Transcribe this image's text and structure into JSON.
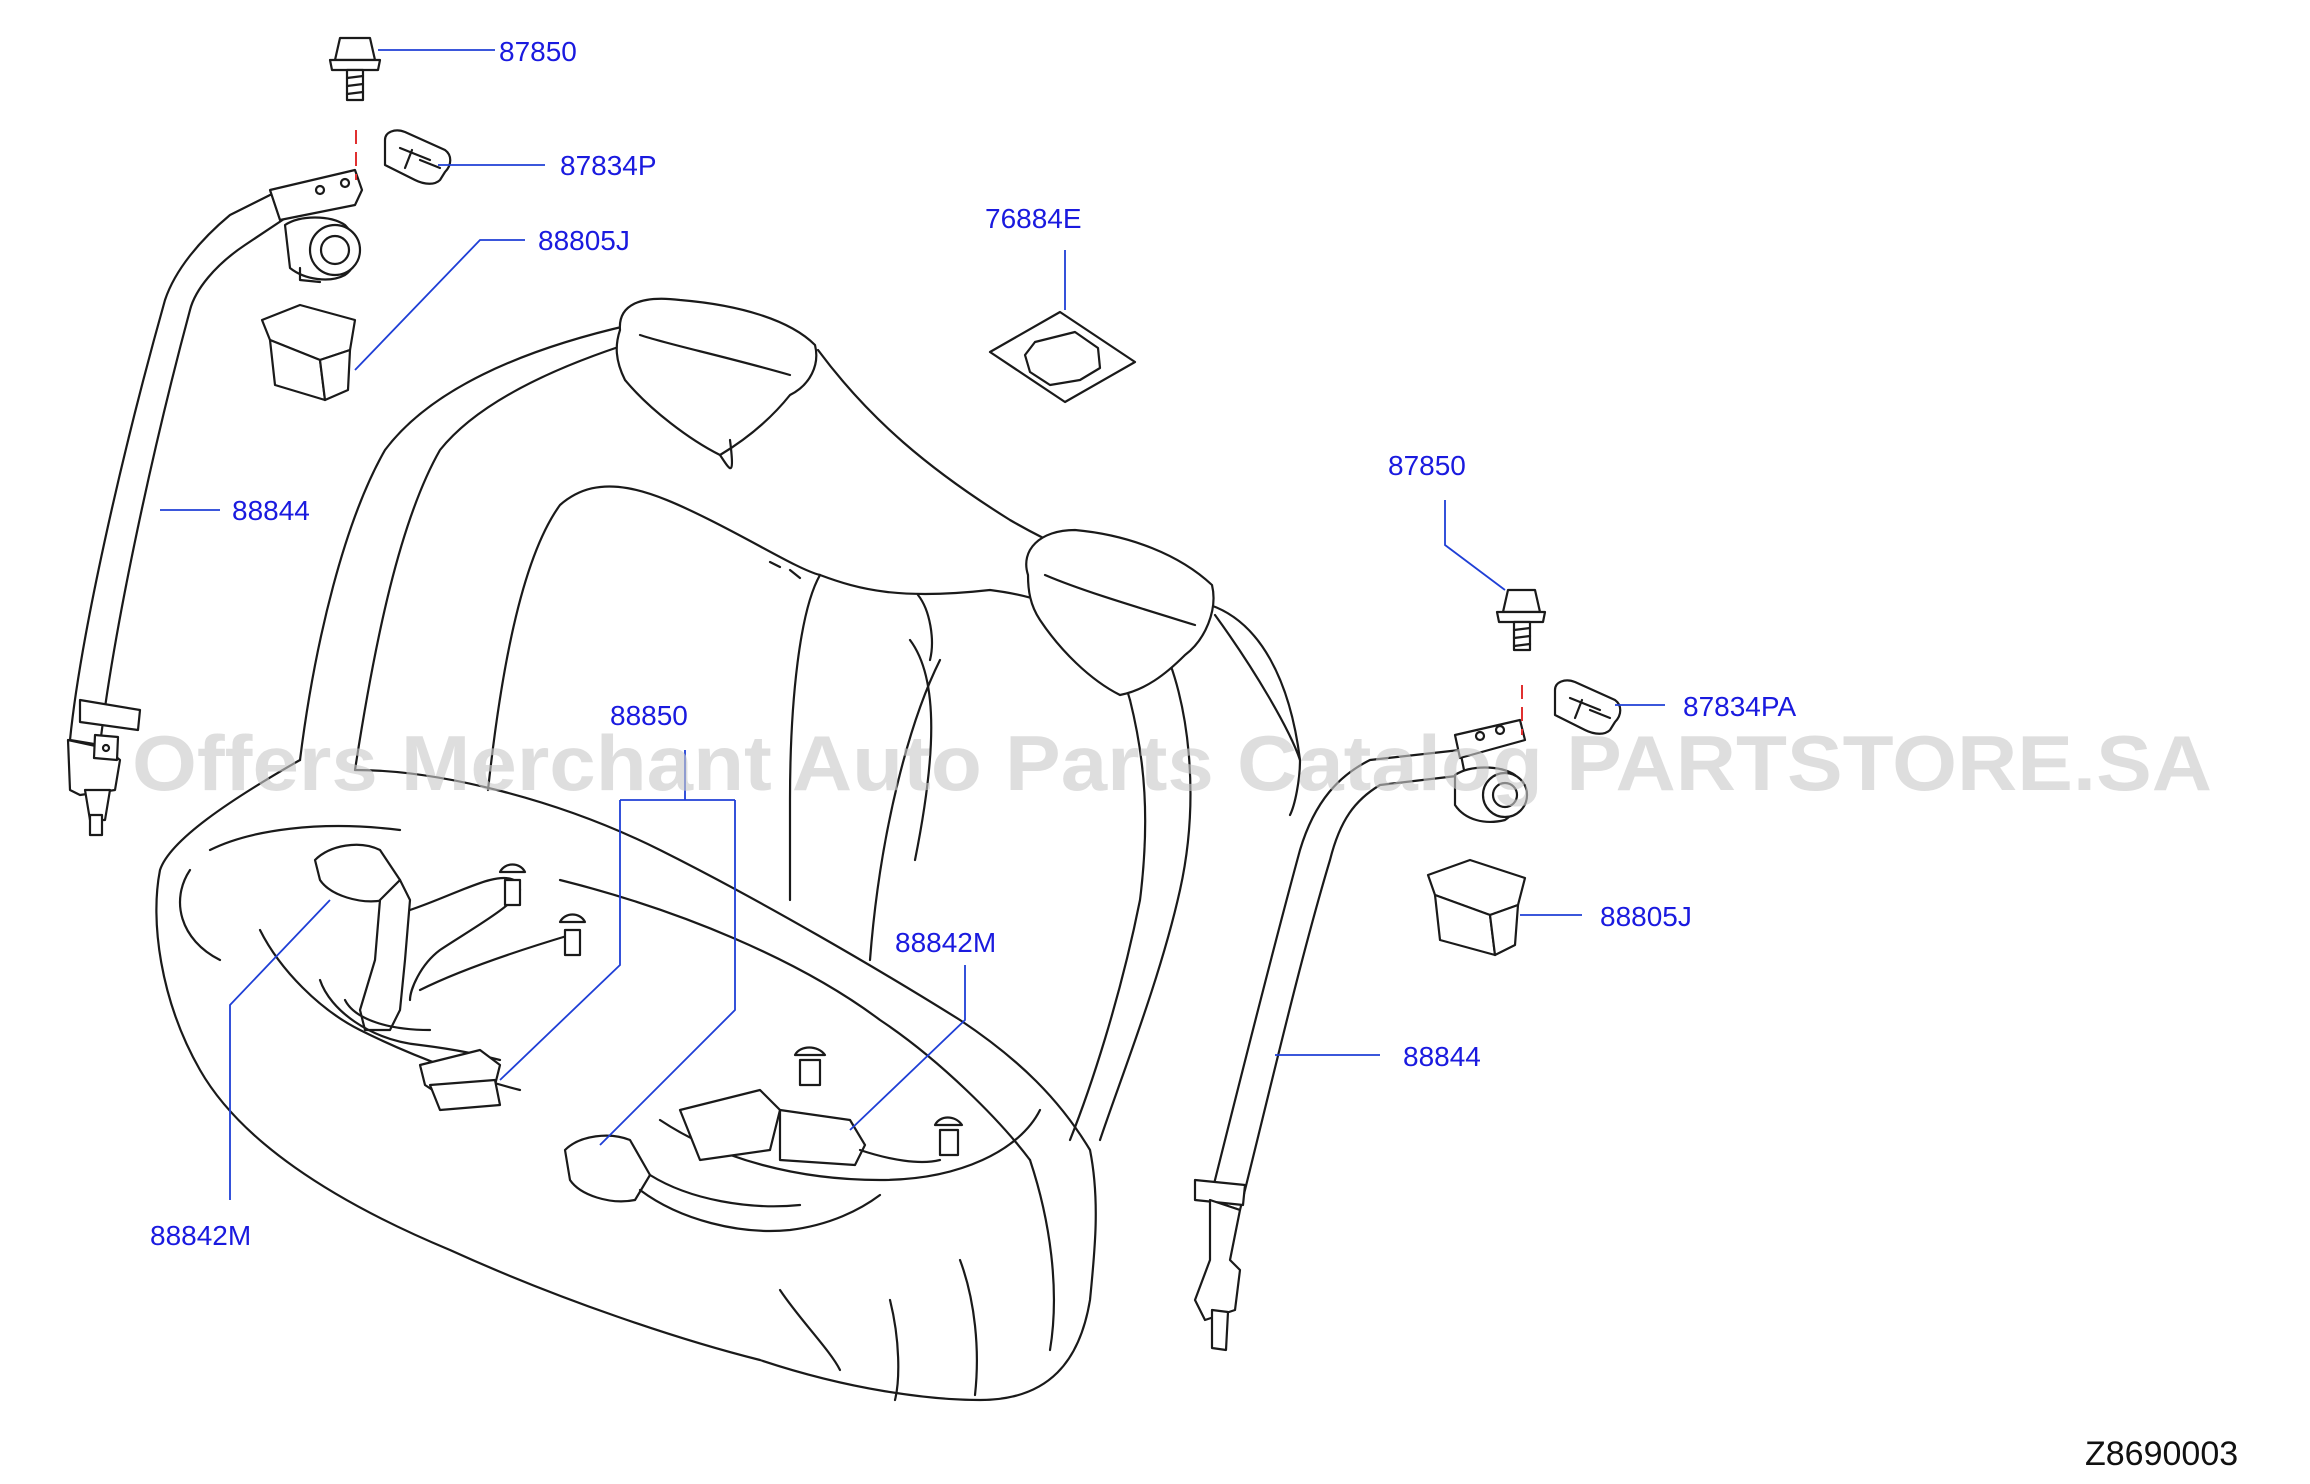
{
  "diagram": {
    "callouts": [
      {
        "id": "bolt-left",
        "part_no": "87850"
      },
      {
        "id": "cover-left",
        "part_no": "87834P"
      },
      {
        "id": "escutcheon-left",
        "part_no": "88805J"
      },
      {
        "id": "belt-left",
        "part_no": "88844"
      },
      {
        "id": "insulator-pad",
        "part_no": "76884E"
      },
      {
        "id": "bolt-right",
        "part_no": "87850"
      },
      {
        "id": "cover-right",
        "part_no": "87834PA"
      },
      {
        "id": "escutcheon-right",
        "part_no": "88805J"
      },
      {
        "id": "belt-right",
        "part_no": "88844"
      },
      {
        "id": "buckle-set",
        "part_no": "88850"
      },
      {
        "id": "buckle-center",
        "part_no": "88842M"
      },
      {
        "id": "buckle-left",
        "part_no": "88842M"
      }
    ],
    "watermark": "Offers Merchant Auto Parts Catalog PARTSTORE.SA",
    "diagram_code": "Z8690003"
  }
}
